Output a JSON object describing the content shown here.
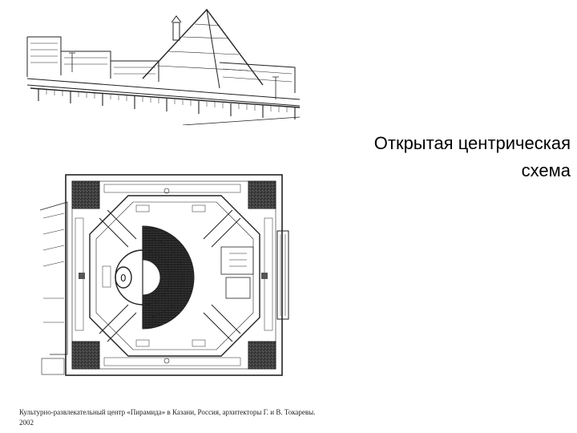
{
  "slide": {
    "title_line1": "Открытая центрическая",
    "title_line2": "схема",
    "caption": "Культурно-развлекательный центр «Пирамида» в Казани, Россия, архитекторы Г. и В. Токаревы. 2002"
  }
}
